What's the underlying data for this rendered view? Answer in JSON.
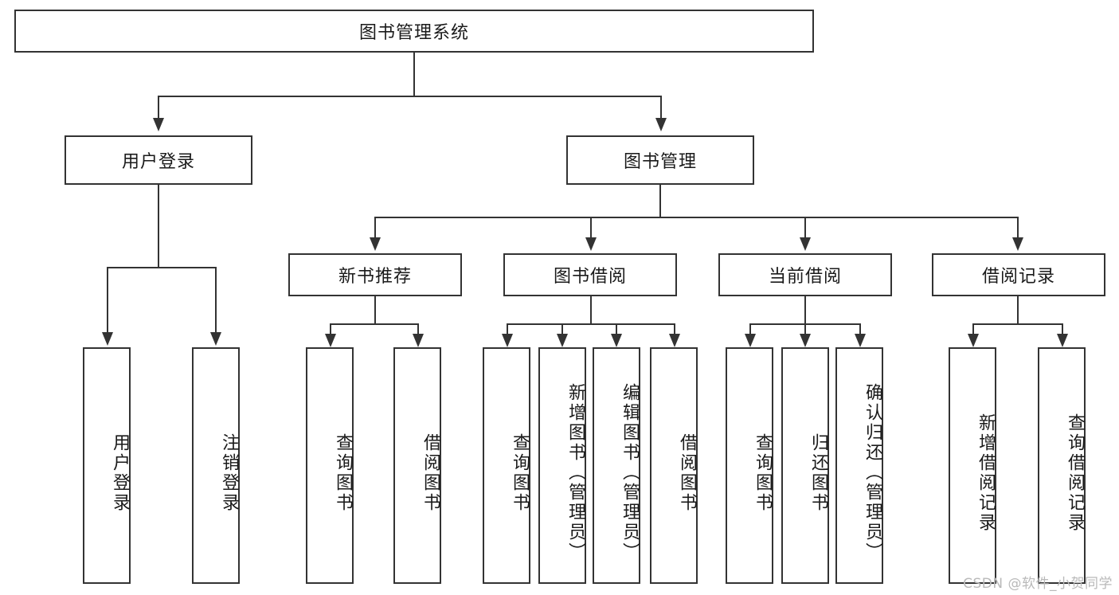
{
  "diagram": {
    "type": "tree-hierarchy",
    "title": "图书管理系统",
    "root": {
      "id": "root",
      "label": "图书管理系统"
    },
    "level1": [
      {
        "id": "user-login",
        "label": "用户登录"
      },
      {
        "id": "book-management",
        "label": "图书管理"
      }
    ],
    "level2": [
      {
        "id": "new-book-recommend",
        "label": "新书推荐",
        "parent": "book-management"
      },
      {
        "id": "book-borrow",
        "label": "图书借阅",
        "parent": "book-management"
      },
      {
        "id": "current-borrow",
        "label": "当前借阅",
        "parent": "book-management"
      },
      {
        "id": "borrow-record",
        "label": "借阅记录",
        "parent": "book-management"
      }
    ],
    "leaves": {
      "user-login": [
        {
          "id": "leaf-user-login",
          "label": "用户登录"
        },
        {
          "id": "leaf-user-logout",
          "label": "注销登录"
        }
      ],
      "new-book-recommend": [
        {
          "id": "leaf-query-book-1",
          "label": "查询图书"
        },
        {
          "id": "leaf-borrow-book-1",
          "label": "借阅图书"
        }
      ],
      "book-borrow": [
        {
          "id": "leaf-query-book-2",
          "label": "查询图书"
        },
        {
          "id": "leaf-add-book",
          "label": "新增图书（管理员）"
        },
        {
          "id": "leaf-edit-book",
          "label": "编辑图书（管理员）"
        },
        {
          "id": "leaf-borrow-book-2",
          "label": "借阅图书"
        }
      ],
      "current-borrow": [
        {
          "id": "leaf-query-book-3",
          "label": "查询图书"
        },
        {
          "id": "leaf-return-book",
          "label": "归还图书"
        },
        {
          "id": "leaf-confirm-return",
          "label": "确认归还（管理员）"
        }
      ],
      "borrow-record": [
        {
          "id": "leaf-add-record",
          "label": "新增借阅记录"
        },
        {
          "id": "leaf-query-record",
          "label": "查询借阅记录"
        }
      ]
    }
  },
  "watermark": {
    "text": "CSDN @软件_小贺同学"
  },
  "colors": {
    "stroke": "#333333",
    "background": "#ffffff",
    "text": "#1a1a1a",
    "watermark": "#b9b9b9"
  }
}
